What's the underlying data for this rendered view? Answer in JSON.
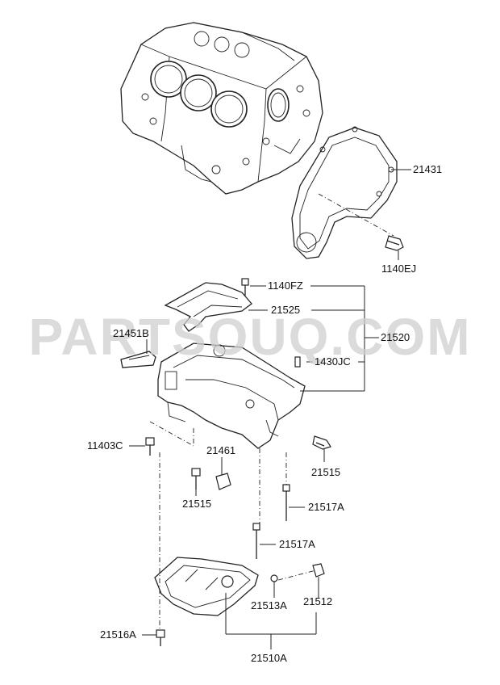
{
  "watermark": "PARTSOUQ.COM",
  "labels": {
    "p21431": "21431",
    "p1140EJ": "1140EJ",
    "p1140FZ": "1140FZ",
    "p21525": "21525",
    "p21520": "21520",
    "p21451B": "21451B",
    "p1430JC": "1430JC",
    "p11403C": "11403C",
    "p21461": "21461",
    "p21515_right": "21515",
    "p21515_left": "21515",
    "p21517A_upper": "21517A",
    "p21517A_lower": "21517A",
    "p21513A": "21513A",
    "p21512": "21512",
    "p21516A": "21516A",
    "p21510A": "21510A"
  }
}
